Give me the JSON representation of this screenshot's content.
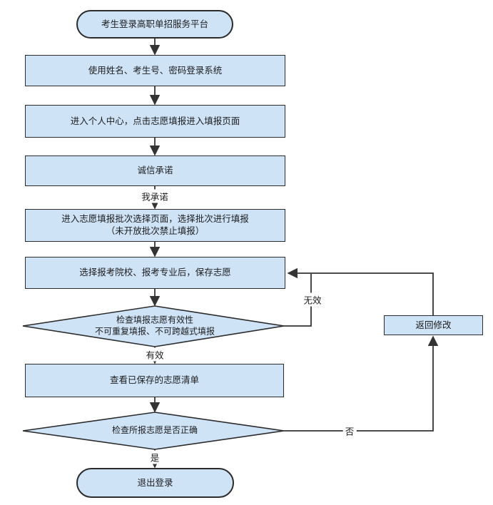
{
  "flowchart": {
    "nodes": {
      "start": "考生登录高职单招服务平台",
      "login": "使用姓名、考生号、密码登录系统",
      "personal_center": "进入个人中心，点击志愿填报进入填报页面",
      "integrity": "诚信承诺",
      "batch_line1": "进入志愿填报批次选择页面，选择批次进行填报",
      "batch_line2": "（未开放批次禁止填报）",
      "save_volunteer": "选择报考院校、报考专业后，保存志愿",
      "check_validity_line1": "检查填报志愿有效性",
      "check_validity_line2": "不可重复填报、不可跨越式填报",
      "view_saved": "查看已保存的志愿清单",
      "check_correct": "检查所报志愿是否正确",
      "logout": "退出登录",
      "return_modify": "返回修改"
    },
    "edge_labels": {
      "promise": "我承诺",
      "valid": "有效",
      "invalid": "无效",
      "yes": "是",
      "no": "否"
    },
    "colors": {
      "node_fill": "#cfe3f7",
      "node_border": "#2b2b2b",
      "line": "#333333",
      "text": "#1c1c1c",
      "background": "#ffffff"
    }
  }
}
